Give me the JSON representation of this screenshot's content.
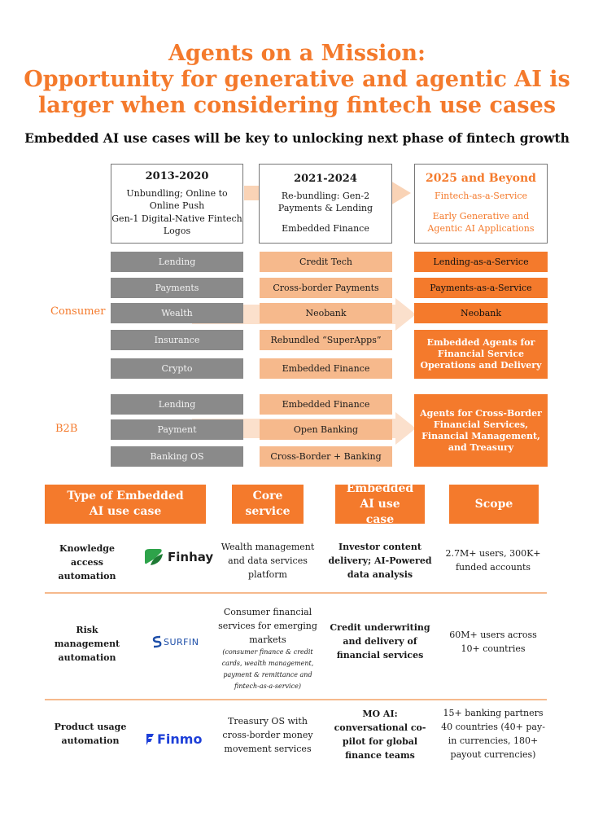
{
  "title": {
    "line1": "Agents on a Mission:",
    "line2": "Opportunity for generative and agentic AI is",
    "line3": "larger when considering fintech use cases"
  },
  "subtitle": "Embedded AI use cases will be key to unlocking next phase of fintech growth",
  "timeline": [
    {
      "years": "2013-2020",
      "lines": [
        "Unbundling; Online to Online Push",
        "Gen-1 Digital-Native Fintech Logos"
      ]
    },
    {
      "years": "2021-2024",
      "lines": [
        "Re-bundling: Gen-2 Payments & Lending",
        "Embedded Finance"
      ]
    },
    {
      "years": "2025 and Beyond",
      "lines": [
        "Fintech-as-a-Service",
        "Early Generative and Agentic AI Applications"
      ]
    }
  ],
  "consumer": {
    "label": "Consumer",
    "rows": [
      [
        "Lending",
        "Credit Tech",
        "Lending-as-a-Service"
      ],
      [
        "Payments",
        "Cross-border Payments",
        "Payments-as-a-Service"
      ],
      [
        "Wealth",
        "Neobank",
        "Neobank"
      ],
      [
        "Insurance",
        "Rebundled “SuperApps”",
        ""
      ],
      [
        "Crypto",
        "Embedded Finance",
        ""
      ]
    ],
    "merged": "Embedded Agents for Financial Service Operations and Delivery"
  },
  "b2b": {
    "label": "B2B",
    "rows": [
      [
        "Lending",
        "Embedded Finance"
      ],
      [
        "Payment",
        "Open Banking"
      ],
      [
        "Banking OS",
        "Cross-Border + Banking"
      ]
    ],
    "merged": "Agents for Cross-Border Financial Services, Financial Management, and Treasury"
  },
  "table": {
    "headers": [
      "Type of Embedded AI use case",
      "Core service",
      "Embedded AI use case",
      "Scope"
    ],
    "rows": [
      {
        "type": "Knowledge access automation",
        "logo": "Finhay",
        "core": "Wealth management and data services platform",
        "core_note": "",
        "usecase": "Investor content delivery; AI-Powered data analysis",
        "scope": "2.7M+ users, 300K+ funded accounts"
      },
      {
        "type": "Risk management automation",
        "logo": "SURFIN",
        "core": "Consumer financial services for emerging markets",
        "core_note": "(consumer finance & credit cards, wealth management, payment & remittance and fintech-as-a-service)",
        "usecase": "Credit underwriting and delivery of financial services",
        "scope": "60M+ users across 10+ countries"
      },
      {
        "type": "Product usage automation",
        "logo": "Finmo",
        "core": "Treasury OS with cross-border money movement services",
        "core_note": "",
        "usecase": "MO AI: conversational co-pilot for global finance teams",
        "scope": "15+ banking partners 40 countries (40+ pay-in currencies, 180+ payout currencies)"
      }
    ]
  },
  "colors": {
    "accent": "#f47a2c",
    "light": "#f6b98c",
    "grey": "#8a8a8a"
  },
  "icons": [
    "finhay-logo-icon",
    "surfin-logo-icon",
    "finmo-logo-icon"
  ]
}
